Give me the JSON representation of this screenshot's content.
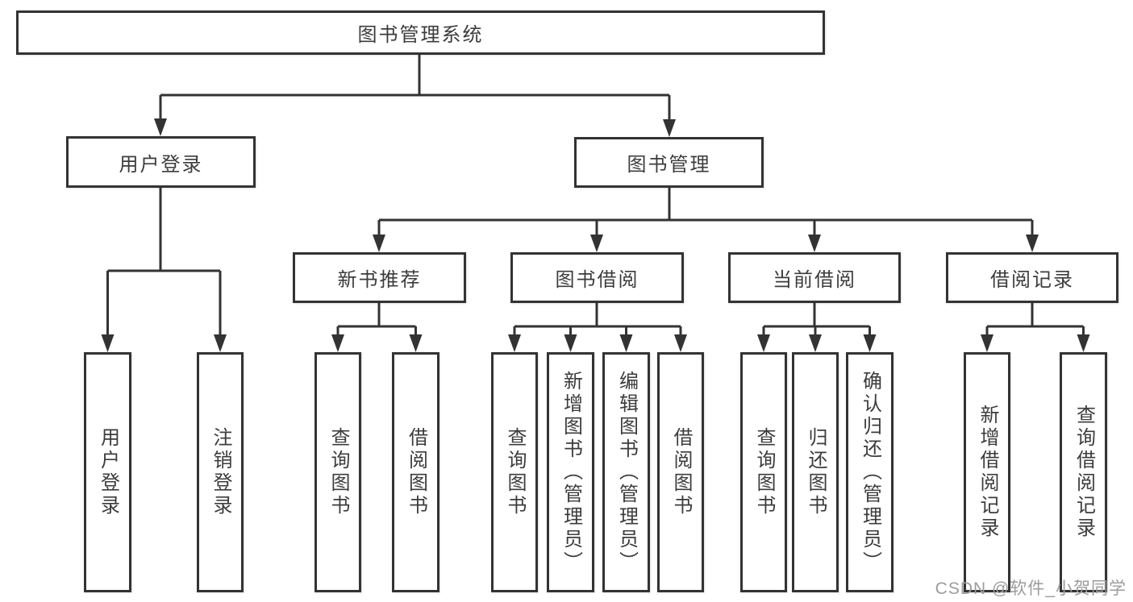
{
  "diagram_title": "图书管理系统",
  "tree": {
    "root": {
      "label": "图书管理系统"
    },
    "branches": [
      {
        "label": "用户登录",
        "children": [
          {
            "label": "用户登录"
          },
          {
            "label": "注销登录"
          }
        ]
      },
      {
        "label": "图书管理",
        "children": [
          {
            "label": "新书推荐",
            "children": [
              {
                "label": "查询图书"
              },
              {
                "label": "借阅图书"
              }
            ]
          },
          {
            "label": "图书借阅",
            "children": [
              {
                "label": "查询图书"
              },
              {
                "label": "新增图书（管理员）"
              },
              {
                "label": "编辑图书（管理员）"
              },
              {
                "label": "借阅图书"
              }
            ]
          },
          {
            "label": "当前借阅",
            "children": [
              {
                "label": "查询图书"
              },
              {
                "label": "归还图书"
              },
              {
                "label": "确认归还（管理员）"
              }
            ]
          },
          {
            "label": "借阅记录",
            "children": [
              {
                "label": "新增借阅记录"
              },
              {
                "label": "查询借阅记录"
              }
            ]
          }
        ]
      }
    ]
  },
  "watermark": {
    "text": "CSDN @软件_小贺同学"
  },
  "colors": {
    "line": "#333333",
    "text": "#3c3c3c",
    "watermark": "#9c9c9c",
    "background": "#ffffff"
  }
}
